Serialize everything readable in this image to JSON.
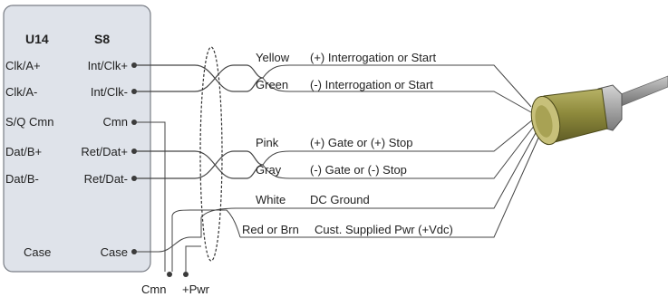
{
  "terminal_block": {
    "header_left": "U14",
    "header_right": "S8",
    "rows": [
      {
        "left": "Clk/A+",
        "right": "Int/Clk+"
      },
      {
        "left": "Clk/A-",
        "right": "Int/Clk-"
      },
      {
        "left": "S/Q Cmn",
        "right": "Cmn"
      },
      {
        "left": "Dat/B+",
        "right": "Ret/Dat+"
      },
      {
        "left": "Dat/B-",
        "right": "Ret/Dat-"
      },
      {
        "left": "Case",
        "right": "Case"
      }
    ]
  },
  "wires": [
    {
      "color_name": "Yellow",
      "signal": "(+) Interrogation or Start"
    },
    {
      "color_name": "Green",
      "signal": "(-) Interrogation or Start"
    },
    {
      "color_name": "Pink",
      "signal": "(+) Gate or (+) Stop"
    },
    {
      "color_name": "Gray",
      "signal": "(-) Gate or (-) Stop"
    },
    {
      "color_name": "White",
      "signal": "DC Ground"
    },
    {
      "color_name": "Red or Brn",
      "signal": "Cust. Supplied Pwr (+Vdc)"
    }
  ],
  "bottom_labels": {
    "cmn": "Cmn",
    "pwr": "+Pwr"
  },
  "colors": {
    "box_fill": "#dfe3ea",
    "sensor_body": "#8e8a3c",
    "sensor_face": "#c7c07a"
  }
}
